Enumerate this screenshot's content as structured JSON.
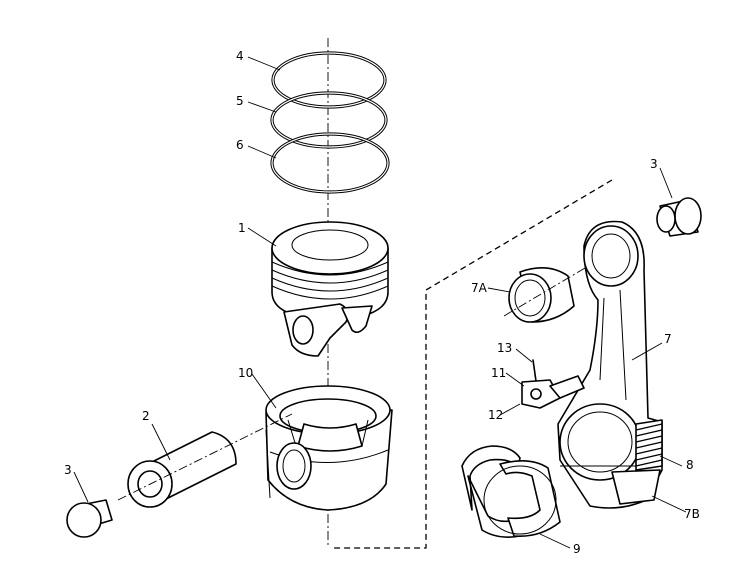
{
  "callouts": {
    "c1": "1",
    "c2": "2",
    "c3_left": "3",
    "c3_right": "3",
    "c4": "4",
    "c5": "5",
    "c6": "6",
    "c7": "7",
    "c7a": "7A",
    "c7b": "7B",
    "c8": "8",
    "c9": "9",
    "c10": "10",
    "c11": "11",
    "c12": "12",
    "c13": "13"
  }
}
